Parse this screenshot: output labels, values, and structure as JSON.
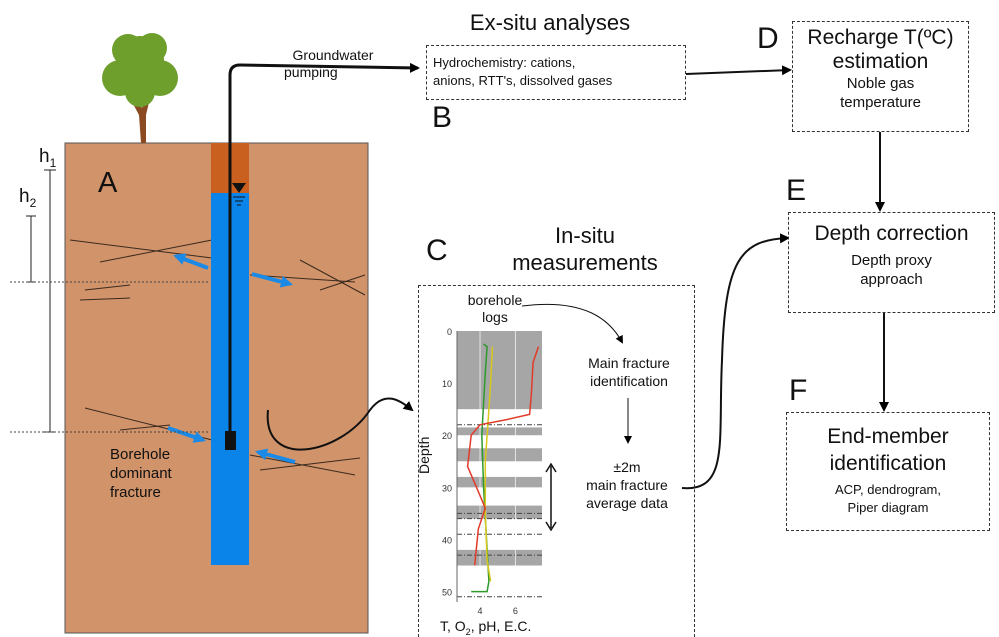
{
  "colors": {
    "soil": "#d1936a",
    "casing": "#c9601f",
    "water": "#0a84e8",
    "foliage": "#6e9e2b",
    "trunk": "#8a4a22",
    "arrow": "#1a8ae6"
  },
  "panel_a": {
    "letter": "A",
    "h1_base": "h",
    "h1_sub": "1",
    "h2_base": "h",
    "h2_sub": "2",
    "fracture_label": [
      "Borehole",
      "dominant",
      "fracture"
    ]
  },
  "pumping_label": [
    "Groundwater",
    "pumping"
  ],
  "panel_b": {
    "title": "Ex-situ analyses",
    "letter": "B",
    "text_line1": "Hydrochemistry: cations,",
    "text_line2": "anions, RTT's, dissolved gases"
  },
  "panel_c": {
    "letter": "C",
    "title_line1": "In-situ",
    "title_line2": "measurements",
    "logs_line1": "borehole",
    "logs_line2": "logs",
    "step1_line1": "Main fracture",
    "step1_line2": "identification",
    "step2_line1": "±2m",
    "step2_line2": "main fracture",
    "step2_line3": "average data",
    "ylabel": "Depth",
    "xlabel": "T, O",
    "xlabel_sub": "2",
    "xlabel_rest": ", pH, E.C."
  },
  "panel_d": {
    "letter": "D",
    "line1": "Recharge T(ºC)",
    "line2": "estimation",
    "line3": "Noble gas",
    "line4": "temperature"
  },
  "panel_e": {
    "letter": "E",
    "title": "Depth correction",
    "line1": "Depth proxy",
    "line2": "approach"
  },
  "panel_f": {
    "letter": "F",
    "title_line1": "End-member",
    "title_line2": "identification",
    "line1": "ACP, dendrogram,",
    "line2": "Piper diagram"
  },
  "chart_data": {
    "type": "line",
    "xlabel": "T, O2, pH, E.C.",
    "ylabel": "Depth",
    "yticks": [
      "0",
      "10",
      "20",
      "30",
      "40",
      "50"
    ],
    "xticks": [
      "4",
      "6"
    ],
    "ylim": [
      0,
      52
    ],
    "xlim": [
      2.7,
      7.5
    ],
    "y_inverted": true,
    "gray_bands_depth": [
      [
        0,
        15
      ],
      [
        18.5,
        20
      ],
      [
        22.5,
        25
      ],
      [
        28,
        30
      ],
      [
        33.5,
        36
      ],
      [
        42,
        45
      ]
    ],
    "dashed_depths": [
      18,
      35,
      36,
      39,
      43,
      51
    ],
    "series": [
      {
        "color": "#2e9a2e",
        "points": [
          [
            4.2,
            2.5
          ],
          [
            4.4,
            3
          ],
          [
            4.3,
            8
          ],
          [
            4.1,
            20
          ],
          [
            4.2,
            30
          ],
          [
            4.4,
            42
          ],
          [
            4.5,
            48
          ],
          [
            4.4,
            50
          ],
          [
            3.5,
            50
          ]
        ]
      },
      {
        "color": "#d7c81a",
        "points": [
          [
            4.7,
            3
          ],
          [
            4.6,
            10
          ],
          [
            4.5,
            15
          ],
          [
            4.3,
            25
          ],
          [
            4.3,
            35
          ],
          [
            4.4,
            44
          ],
          [
            4.6,
            48
          ]
        ]
      },
      {
        "color": "#e23a2a",
        "points": [
          [
            7.3,
            3
          ],
          [
            7.0,
            6
          ],
          [
            6.9,
            12
          ],
          [
            6.8,
            16
          ],
          [
            5.5,
            17
          ],
          [
            4.0,
            18
          ],
          [
            3.5,
            20
          ],
          [
            3.3,
            26
          ],
          [
            3.8,
            30
          ],
          [
            4.3,
            34
          ],
          [
            3.9,
            38
          ],
          [
            3.7,
            45
          ]
        ]
      }
    ]
  }
}
